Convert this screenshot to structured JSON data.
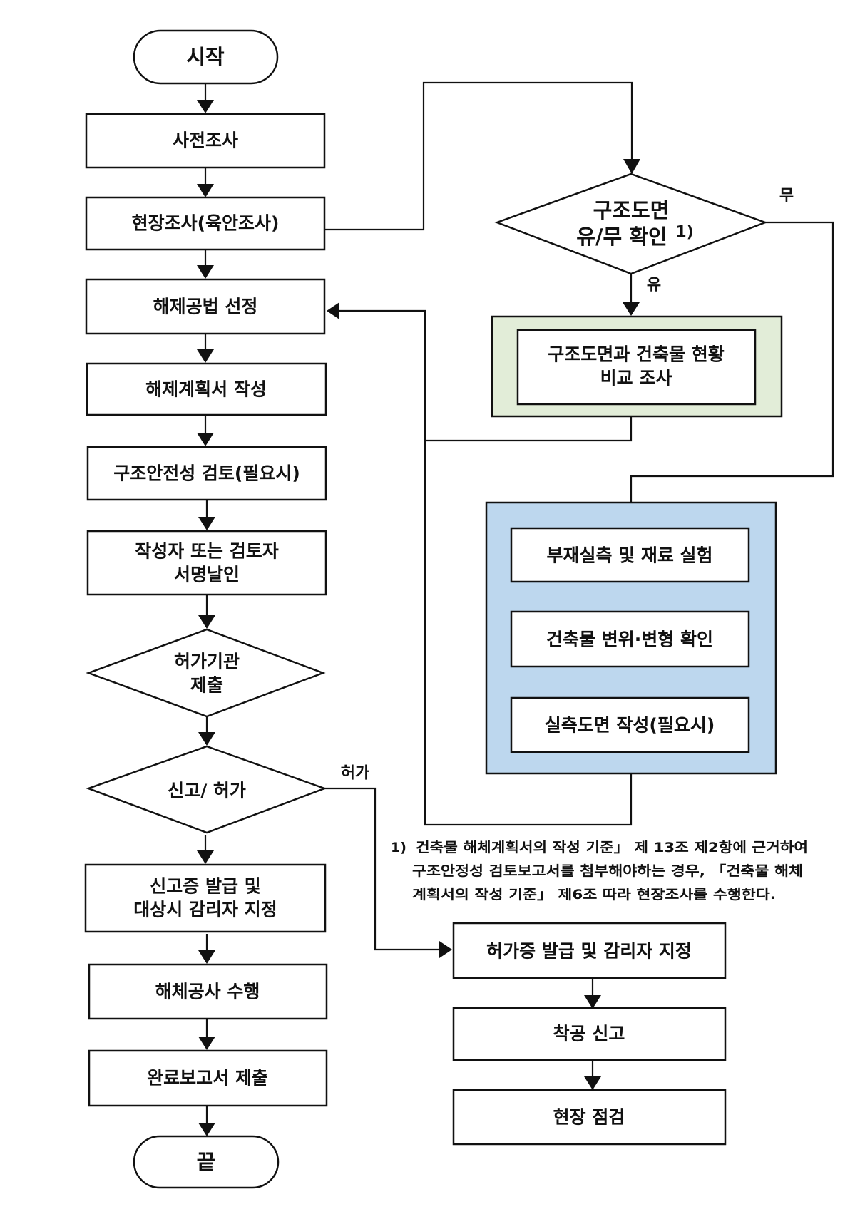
{
  "colors": {
    "comparison_panel_fill": "#e2edd8",
    "survey_panel_fill": "#bdd7ee",
    "line": "#111111"
  },
  "nodes": {
    "start": "시작",
    "pre_survey": "사전조사",
    "site_survey": "현장조사(육안조사)",
    "method_selection": "해제공법 선정",
    "plan_writing": "해제계획서 작성",
    "safety_review": "구조안전성 검토(필요시)",
    "signature": [
      "작성자 또는 검토자",
      "서명날인"
    ],
    "submission": [
      "허가기관",
      "제출"
    ],
    "report_or_permit": "신고/ 허가",
    "report_certificate": [
      "신고증 발급 및",
      "대상시 감리자 지정"
    ],
    "demolition_work": "해체공사 수행",
    "completion_report": "완료보고서 제출",
    "end": "끝",
    "drawing_check": [
      "구조도면",
      "유/무 확인"
    ],
    "drawing_check_footnote": "1)",
    "drawing_compare": [
      "구조도면과 건축물 현황",
      "비교 조사"
    ],
    "member_measure": "부재실측 및 재료 실험",
    "deformation_check": "건축물 변위·변형 확인",
    "asbuilt_drawing": "실측도면 작성(필요시)",
    "permit_issue": "허가증 발급 및 감리자 지정",
    "start_report": "착공 신고",
    "site_inspection": "현장 점검"
  },
  "edge_labels": {
    "no": "무",
    "yes": "유",
    "permit": "허가"
  },
  "footnote": {
    "marker": "1)",
    "lines": [
      "건축물 해체계획서의 작성 기준」 제 13조 제2항에 근거하여",
      "구조안정성 검토보고서를 첨부해야하는 경우, 「건축물 해체",
      "계획서의 작성 기준」 제6조 따라 현장조사를 수행한다."
    ]
  }
}
